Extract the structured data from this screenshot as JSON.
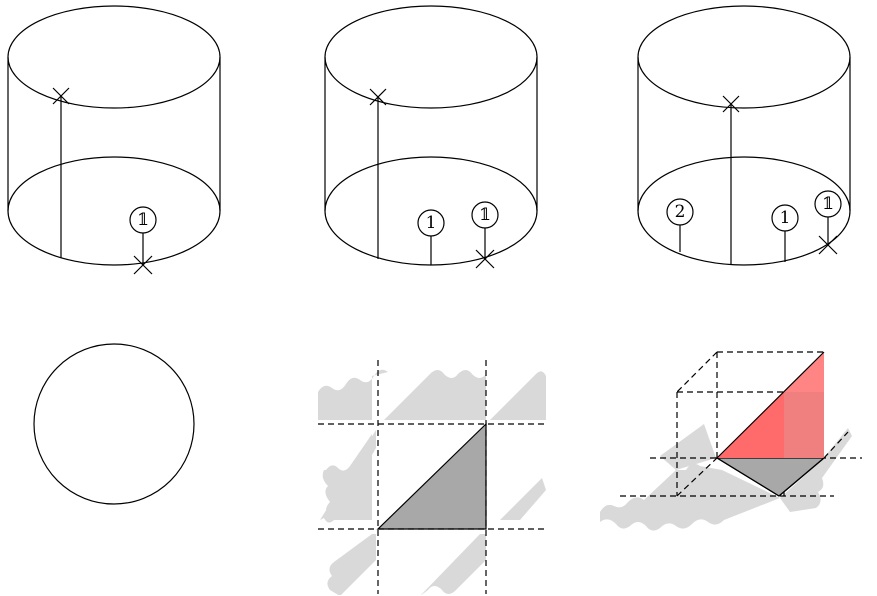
{
  "colors": {
    "shadow": "#d9d9d9",
    "triangle_gray": "#a8a8a8",
    "red_face": "#ff6a6a",
    "red_face_light": "#ff9a9a",
    "red_face_dark": "#f08080"
  },
  "labels": {
    "double_one": "𝟙",
    "one": "1",
    "two": "2"
  }
}
